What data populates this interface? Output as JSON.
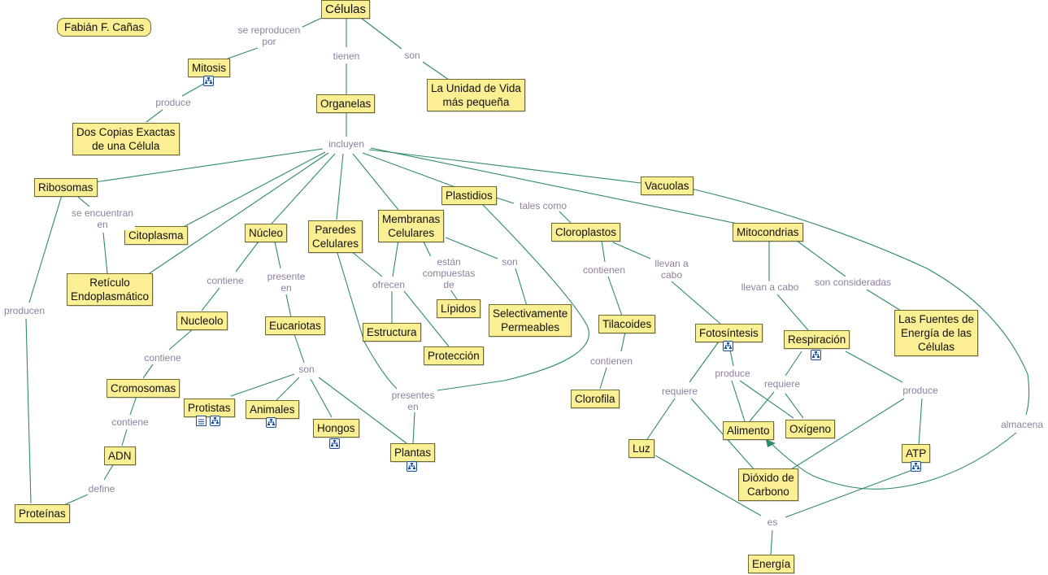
{
  "author": "Fabián F. Cañas",
  "concepts": {
    "celulas": "Células",
    "mitosis": "Mitosis",
    "dos_copias": "Dos Copias Exactas\nde una Célula",
    "organelas": "Organelas",
    "unidad_vida": "La Unidad de Vida\nmás pequeña",
    "ribosomas": "Ribosomas",
    "citoplasma": "Citoplasma",
    "reticulo": "Retículo\nEndoplasmático",
    "nucleo": "Núcleo",
    "paredes": "Paredes\nCelulares",
    "membranas": "Membranas\nCelulares",
    "plastidios": "Plastidios",
    "vacuolas": "Vacuolas",
    "cloroplastos": "Cloroplastos",
    "mitocondrias": "Mitocondrias",
    "nucleolo": "Nucleolo",
    "eucariotas": "Eucariotas",
    "cromosomas": "Cromosomas",
    "adn": "ADN",
    "proteinas": "Proteínas",
    "protistas": "Protistas",
    "animales": "Animales",
    "hongos": "Hongos",
    "plantas": "Plantas",
    "estructura": "Estructura",
    "proteccion": "Protección",
    "lipidos": "Lípidos",
    "selectivamente": "Selectivamente\nPermeables",
    "tilacoides": "Tilacoides",
    "clorofila": "Clorofila",
    "fotosintesis": "Fotosíntesis",
    "respiracion": "Respiración",
    "fuentes_energia": "Las Fuentes de\nEnergía de las\nCélulas",
    "alimento": "Alimento",
    "oxigeno": "Oxígeno",
    "luz": "Luz",
    "atp": "ATP",
    "dioxido": "Dióxido de\nCarbono",
    "energia": "Energía"
  },
  "links": {
    "se_reproducen_por": "se reproducen\npor",
    "tienen": "tienen",
    "son_1": "son",
    "produce_1": "produce",
    "incluyen": "incluyen",
    "se_encuentran_en": "se encuentran\nen",
    "producen": "producen",
    "contiene_1": "contiene",
    "presente_en": "presente\nen",
    "contiene_2": "contiene",
    "contiene_3": "contiene",
    "define": "define",
    "son_2": "son",
    "ofrecen": "ofrecen",
    "estan_compuestas_de": "están\ncompuestas\nde",
    "son_3": "son",
    "presentes_en": "presentes\nen",
    "tales_como": "tales como",
    "contienen_1": "contienen",
    "contienen_2": "contienen",
    "llevan_a_cabo_1": "llevan a\ncabo",
    "llevan_a_cabo_2": "llevan a cabo",
    "son_consideradas": "son consideradas",
    "produce_2": "produce",
    "requiere_1": "requiere",
    "requiere_2": "requiere",
    "produce_3": "produce",
    "almacena": "almacena",
    "es": "es"
  },
  "icon_names": {
    "submap": "concept-map-icon",
    "document": "document-icon"
  },
  "colors": {
    "node_fill": "#fbef93",
    "node_border": "#6f6a2e",
    "link_line": "#2e8b66",
    "link_label": "#8f7f9e"
  }
}
